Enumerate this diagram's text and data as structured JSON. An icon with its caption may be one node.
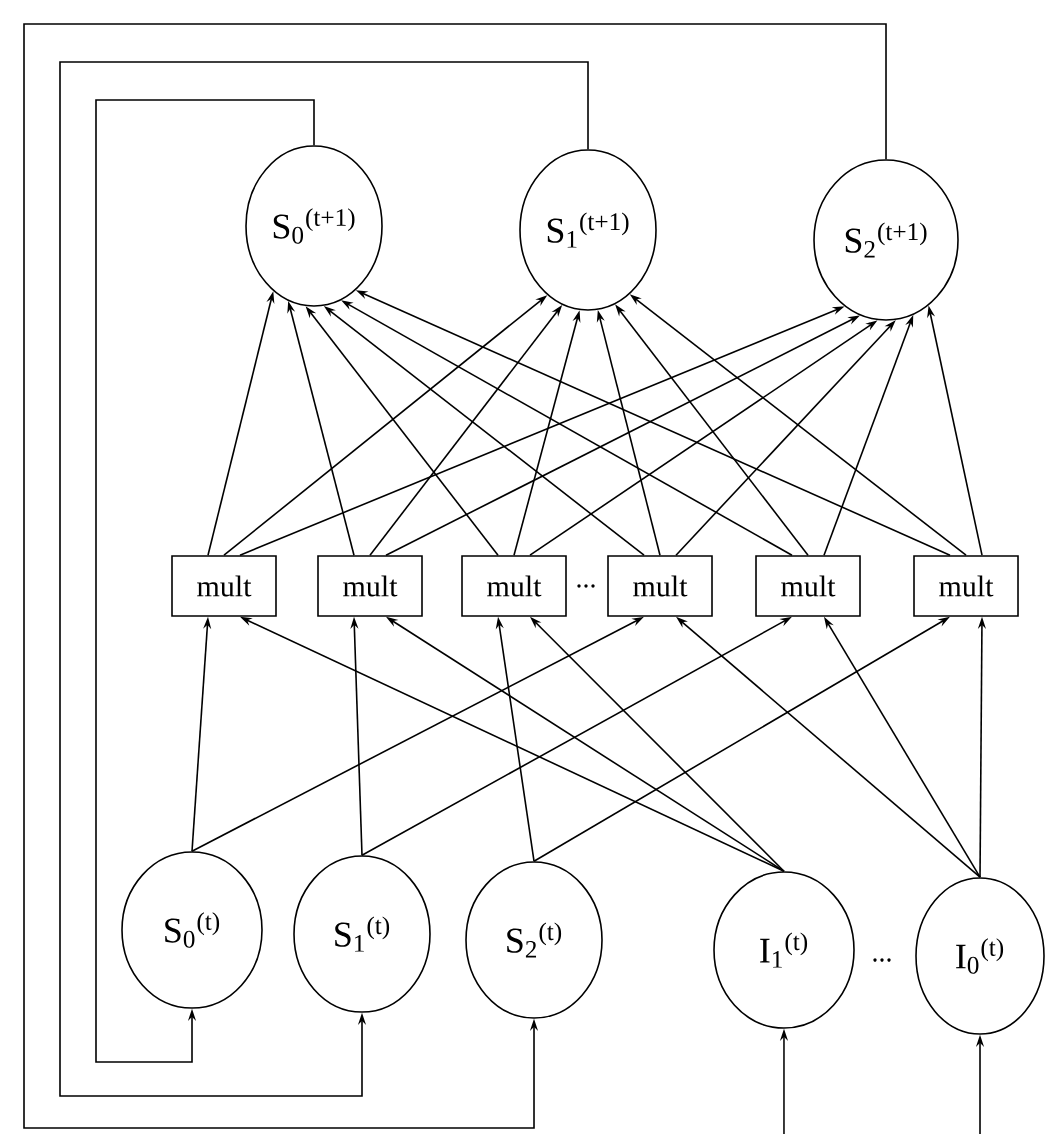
{
  "diagram": {
    "nodes": [
      {
        "text": [
          "S$_{0}$$^{(t+1)}$"
        ]
      },
      {
        "text": [
          "S$_{1}$$^{(t+1)}$"
        ]
      },
      {
        "text": [
          "S$_{2}$$^{(t+1)}$"
        ]
      },
      {
        "text": [
          "mult"
        ]
      },
      {
        "text": [
          "mult"
        ]
      },
      {
        "text": [
          "mult"
        ]
      },
      {
        "text": [
          "mult"
        ]
      },
      {
        "text": [
          "mult"
        ]
      },
      {
        "text": [
          "mult"
        ]
      },
      {
        "text": [
          "S$_{0}$$^{(t)}$"
        ]
      },
      {
        "text": [
          "S$_{1}$$^{(t)}$"
        ]
      },
      {
        "text": [
          "S$_{2}$$^{(t)}$"
        ]
      },
      {
        "text": [
          "I$_{1}$$^{(t)}$"
        ]
      },
      {
        "text": [
          "I$_{0}$$^{(t)}$"
        ]
      }
    ],
    "edges": [
      {
        "from": 3,
        "to": 0,
        "arrow": "to"
      },
      {
        "from": 3,
        "to": 1,
        "arrow": "to"
      },
      {
        "from": 3,
        "to": 2,
        "arrow": "to"
      },
      {
        "from": 4,
        "to": 0,
        "arrow": "to"
      },
      {
        "from": 4,
        "to": 1,
        "arrow": "to"
      },
      {
        "from": 4,
        "to": 2,
        "arrow": "to"
      },
      {
        "from": 5,
        "to": 0,
        "arrow": "to"
      },
      {
        "from": 5,
        "to": 1,
        "arrow": "to"
      },
      {
        "from": 5,
        "to": 2,
        "arrow": "to"
      },
      {
        "from": 6,
        "to": 0,
        "arrow": "to"
      },
      {
        "from": 6,
        "to": 1,
        "arrow": "to"
      },
      {
        "from": 6,
        "to": 2,
        "arrow": "to"
      },
      {
        "from": 7,
        "to": 0,
        "arrow": "to"
      },
      {
        "from": 7,
        "to": 1,
        "arrow": "to"
      },
      {
        "from": 7,
        "to": 2,
        "arrow": "to"
      },
      {
        "from": 8,
        "to": 0,
        "arrow": "to"
      },
      {
        "from": 8,
        "to": 1,
        "arrow": "to"
      },
      {
        "from": 8,
        "to": 2,
        "arrow": "to"
      },
      {
        "from": 9,
        "to": 3,
        "arrow": "to"
      },
      {
        "from": 12,
        "to": 3,
        "arrow": "to"
      },
      {
        "from": 10,
        "to": 4,
        "arrow": "to"
      },
      {
        "from": 12,
        "to": 4,
        "arrow": "to"
      },
      {
        "from": 11,
        "to": 5,
        "arrow": "to"
      },
      {
        "from": 12,
        "to": 5,
        "arrow": "to"
      },
      {
        "from": 9,
        "to": 6,
        "arrow": "to"
      },
      {
        "from": 13,
        "to": 6,
        "arrow": "to"
      },
      {
        "from": 10,
        "to": 7,
        "arrow": "to"
      },
      {
        "from": 13,
        "to": 7,
        "arrow": "to"
      },
      {
        "from": 11,
        "to": 8,
        "arrow": "to"
      },
      {
        "from": 13,
        "to": 8,
        "arrow": "to"
      },
      {
        "from": 0,
        "to": 9,
        "arrow": "to"
      },
      {
        "from": 1,
        "to": 10,
        "arrow": "to"
      },
      {
        "from": 2,
        "to": 11,
        "arrow": "to"
      },
      {
        "from": null,
        "to": 12,
        "arrow": "to"
      },
      {
        "from": null,
        "to": 13,
        "arrow": "to"
      }
    ],
    "labels": [
      "...",
      "..."
    ]
  }
}
